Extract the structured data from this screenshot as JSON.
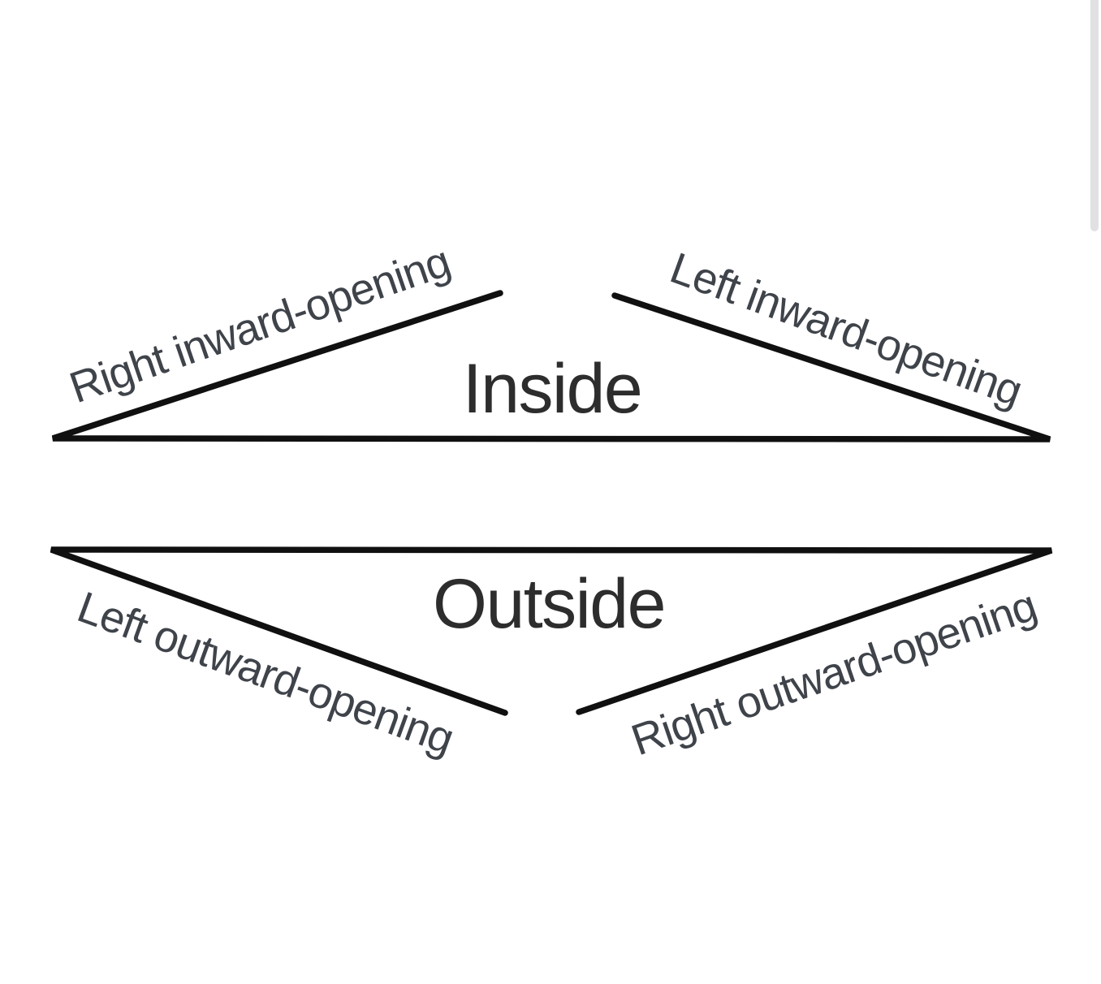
{
  "diagram": {
    "top": {
      "heading": "Inside",
      "left_label": "Right inward-opening",
      "right_label": "Left inward-opening"
    },
    "bottom": {
      "heading": "Outside",
      "left_label": "Left outward-opening",
      "right_label": "Right outward-opening"
    },
    "colors": {
      "background": "#ffffff",
      "line": "#101010",
      "heading": "#2d2d2d",
      "label": "#3f434a",
      "scrollbar": "#e1e1e3"
    }
  }
}
